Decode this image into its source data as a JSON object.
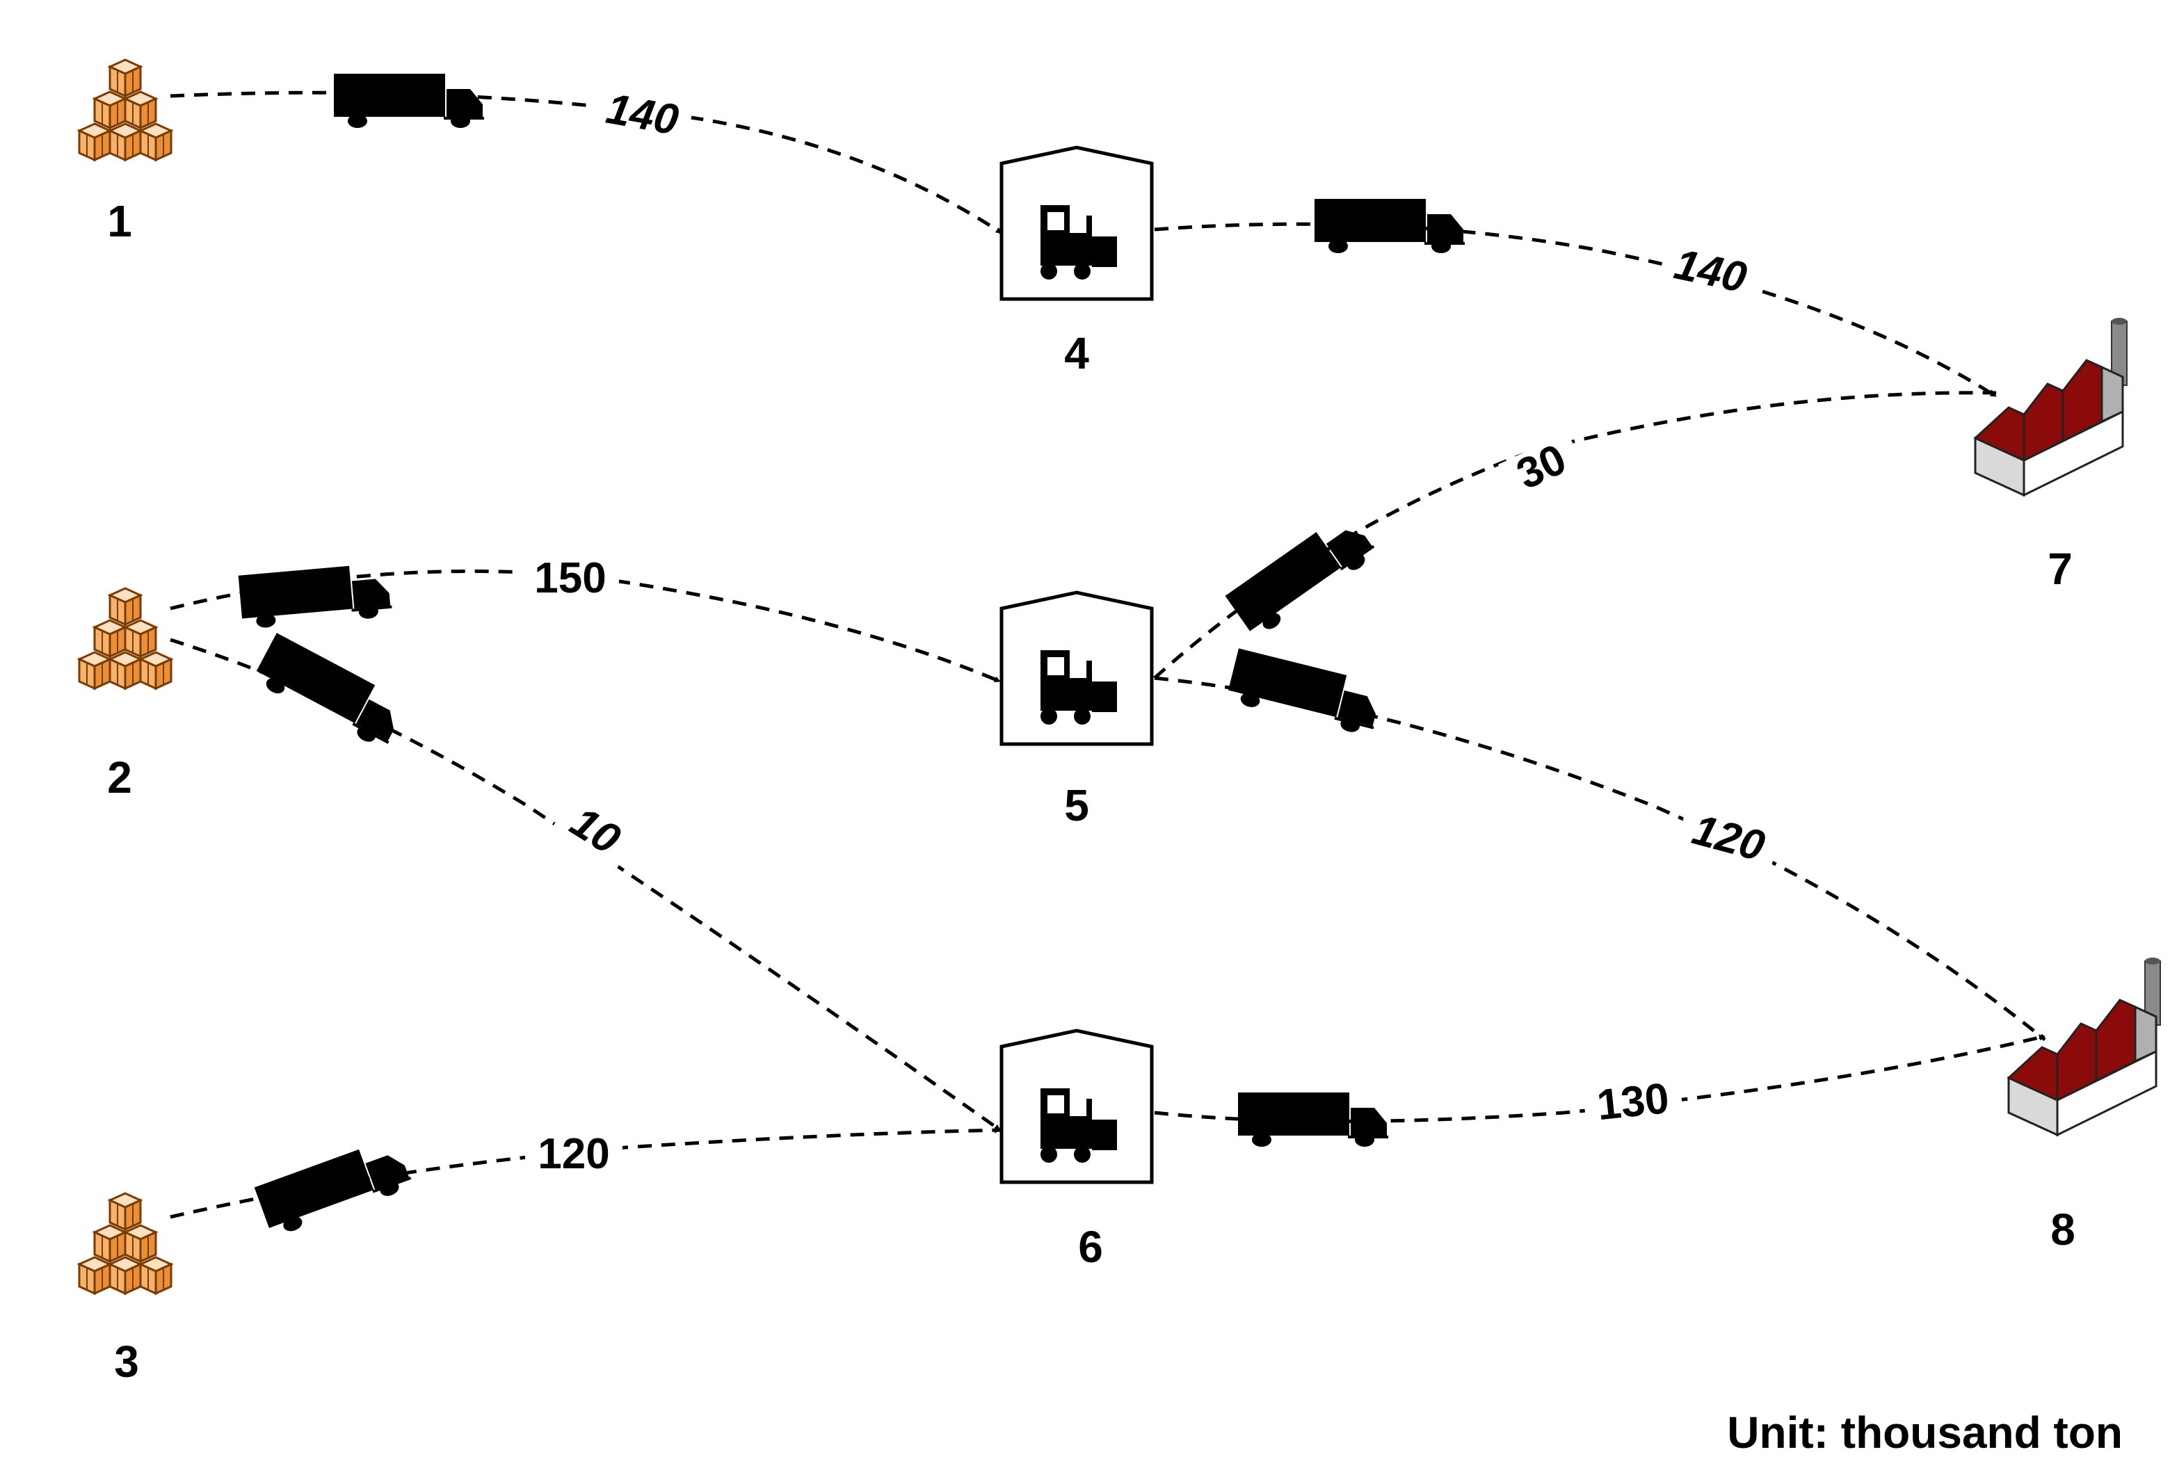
{
  "nodes": [
    {
      "id": "1",
      "label": "1",
      "kind": "supply",
      "icon": "boxes-stack-icon"
    },
    {
      "id": "2",
      "label": "2",
      "kind": "supply",
      "icon": "boxes-stack-icon"
    },
    {
      "id": "3",
      "label": "3",
      "kind": "supply",
      "icon": "boxes-stack-icon"
    },
    {
      "id": "4",
      "label": "4",
      "kind": "warehouse",
      "icon": "warehouse-forklift-icon"
    },
    {
      "id": "5",
      "label": "5",
      "kind": "warehouse",
      "icon": "warehouse-forklift-icon"
    },
    {
      "id": "6",
      "label": "6",
      "kind": "warehouse",
      "icon": "warehouse-forklift-icon"
    },
    {
      "id": "7",
      "label": "7",
      "kind": "factory",
      "icon": "factory-icon"
    },
    {
      "id": "8",
      "label": "8",
      "kind": "factory",
      "icon": "factory-icon"
    }
  ],
  "edges": [
    {
      "from": "1",
      "to": "4",
      "label": "140",
      "icon": "truck-icon"
    },
    {
      "from": "2",
      "to": "5",
      "label": "150",
      "icon": "truck-icon"
    },
    {
      "from": "2",
      "to": "6",
      "label": "10",
      "icon": "truck-icon"
    },
    {
      "from": "3",
      "to": "6",
      "label": "120",
      "icon": "truck-icon"
    },
    {
      "from": "4",
      "to": "7",
      "label": "140",
      "icon": "truck-icon"
    },
    {
      "from": "5",
      "to": "7",
      "label": "30",
      "icon": "truck-icon"
    },
    {
      "from": "5",
      "to": "8",
      "label": "120",
      "icon": "truck-icon"
    },
    {
      "from": "6",
      "to": "8",
      "label": "130",
      "icon": "truck-icon"
    }
  ],
  "unit_note": "Unit: thousand ton",
  "colors": {
    "box_fill": "#f6b26b",
    "box_stroke": "#7a3b00",
    "roof": "#8b0a0a",
    "line": "#000000"
  }
}
